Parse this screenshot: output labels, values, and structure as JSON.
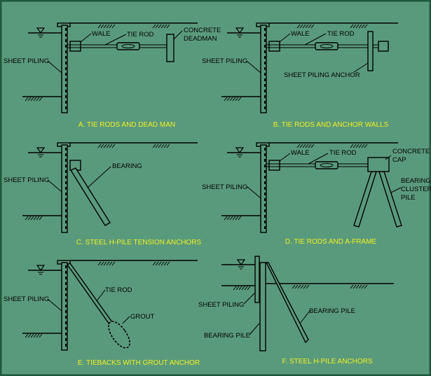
{
  "colors": {
    "background": "#5a9a7c",
    "border": "#1f5a3c",
    "caption": "#f0f020",
    "lines": "#000000"
  },
  "panels": {
    "a": {
      "caption": "A. TIE RODS AND DEAD MAN",
      "wale": "WALE",
      "tie_rod": "TIE ROD",
      "deadman_1": "CONCRETE",
      "deadman_2": "DEADMAN",
      "sheet_piling": "SHEET PILING"
    },
    "b": {
      "caption": "B. TIE RODS AND ANCHOR WALLS",
      "wale": "WALE",
      "tie_rod": "TIE ROD",
      "anchor": "SHEET PILING ANCHOR",
      "sheet_piling": "SHEET PILING"
    },
    "c": {
      "caption": "C. STEEL H-PILE TENSION ANCHORS",
      "bearing": "BEARING",
      "sheet_piling": "SHEET PILING"
    },
    "d": {
      "caption": "D. TIE RODS AND A-FRAME",
      "wale": "WALE",
      "tie_rod": "TIE ROD",
      "cap_1": "CONCRETE",
      "cap_2": "CAP",
      "pile_1": "BEARING",
      "pile_2": "CLUSTER",
      "pile_3": "PILE",
      "sheet_piling": "SHEET PILING"
    },
    "e": {
      "caption": "E. TIEBACKS WITH GROUT ANCHOR",
      "tie_rod": "TIE ROD",
      "grout": "GROUT",
      "sheet_piling": "SHEET PILING"
    },
    "f": {
      "caption": "F. STEEL H-PILE ANCHORS",
      "sheet_piling": "SHEET PILING",
      "bearing_pile_1": "BEARING PILE",
      "bearing_pile_2": "BEARING PILE"
    }
  }
}
